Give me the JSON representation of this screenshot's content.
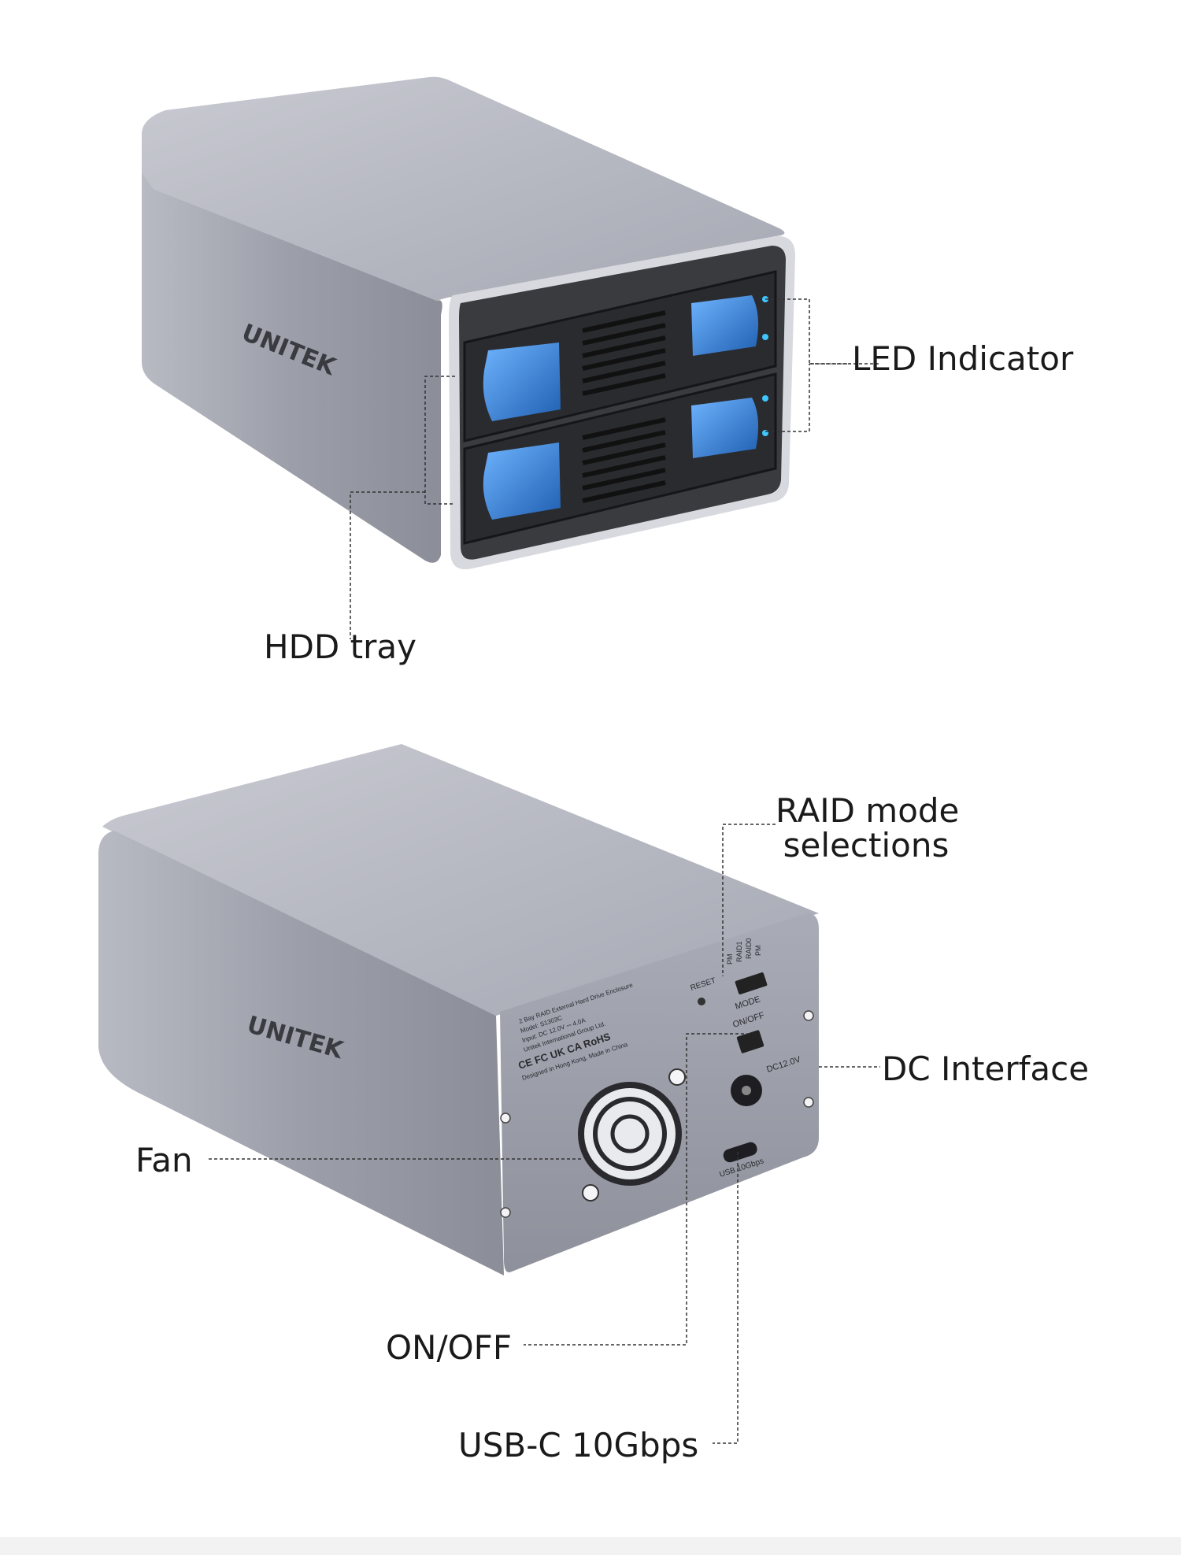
{
  "brand": {
    "logo_text": "UNITEK"
  },
  "front_view": {
    "callouts": {
      "led_indicator": "LED Indicator",
      "hdd_tray": "HDD tray"
    }
  },
  "rear_view": {
    "port_labels": {
      "reset": "RESET",
      "mode": "MODE",
      "on_off": "ON/OFF",
      "dc": "DC12.0V",
      "usb": "USB 10Gbps"
    },
    "mode_options": [
      "PM",
      "RAID1",
      "RAID0",
      "PM"
    ],
    "product_label": {
      "line1": "2 Bay RAID External Hard Drive Enclosure",
      "line2": "Model: S1303C",
      "line3": "Input: DC 12.0V ⎓ 4.0A",
      "line4": "Unitek International Group Ltd.",
      "certs": "CE FC UK CA RoHS",
      "line5": "Designed in Hong Kong, Made in China"
    },
    "callouts": {
      "raid_mode_line1": "RAID mode",
      "raid_mode_line2": "selections",
      "dc_interface": "DC Interface",
      "fan": "Fan",
      "on_off": "ON/OFF",
      "usb_c": "USB-C 10Gbps"
    }
  },
  "colors": {
    "body_metal": "#9ea0ab",
    "front_panel": "#3a3b3f",
    "latch_blue": "#2f7fd6",
    "led_cyan": "#3fc6ff"
  }
}
